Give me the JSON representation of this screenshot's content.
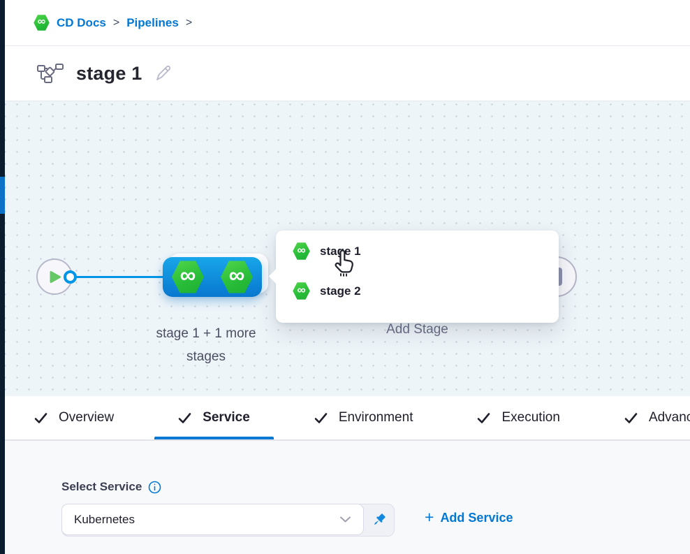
{
  "breadcrumb": {
    "items": [
      "CD Docs",
      "Pipelines"
    ],
    "separator": ">"
  },
  "header": {
    "title": "stage 1"
  },
  "canvas": {
    "stage_group": {
      "label_line1": "stage 1 + 1 more",
      "label_line2": "stages"
    },
    "add_stage_label": "Add Stage",
    "stage_popup": {
      "items": [
        {
          "label": "stage 1"
        },
        {
          "label": "stage 2"
        }
      ]
    },
    "logo_glyph": "∞"
  },
  "tabs": {
    "items": [
      {
        "label": "Overview",
        "checked": true,
        "selected": false
      },
      {
        "label": "Service",
        "checked": true,
        "selected": true
      },
      {
        "label": "Environment",
        "checked": true,
        "selected": false
      },
      {
        "label": "Execution",
        "checked": true,
        "selected": false
      },
      {
        "label": "Advanced",
        "checked": true,
        "selected": false
      }
    ]
  },
  "service_panel": {
    "label": "Select Service",
    "select_value": "Kubernetes",
    "add_service": {
      "plus": "+",
      "label": "Add Service"
    }
  },
  "colors": {
    "accent_blue": "#0278d5",
    "connector_blue": "#0095e6",
    "node_blue_top": "#18a6e9",
    "node_blue_bottom": "#0877cf",
    "harness_green_light": "#52d64a",
    "harness_green_dark": "#1fae35",
    "canvas_bg": "#eef5f9",
    "rail_dark": "#0b1c2e",
    "rail_blue": "#0b72c7"
  }
}
